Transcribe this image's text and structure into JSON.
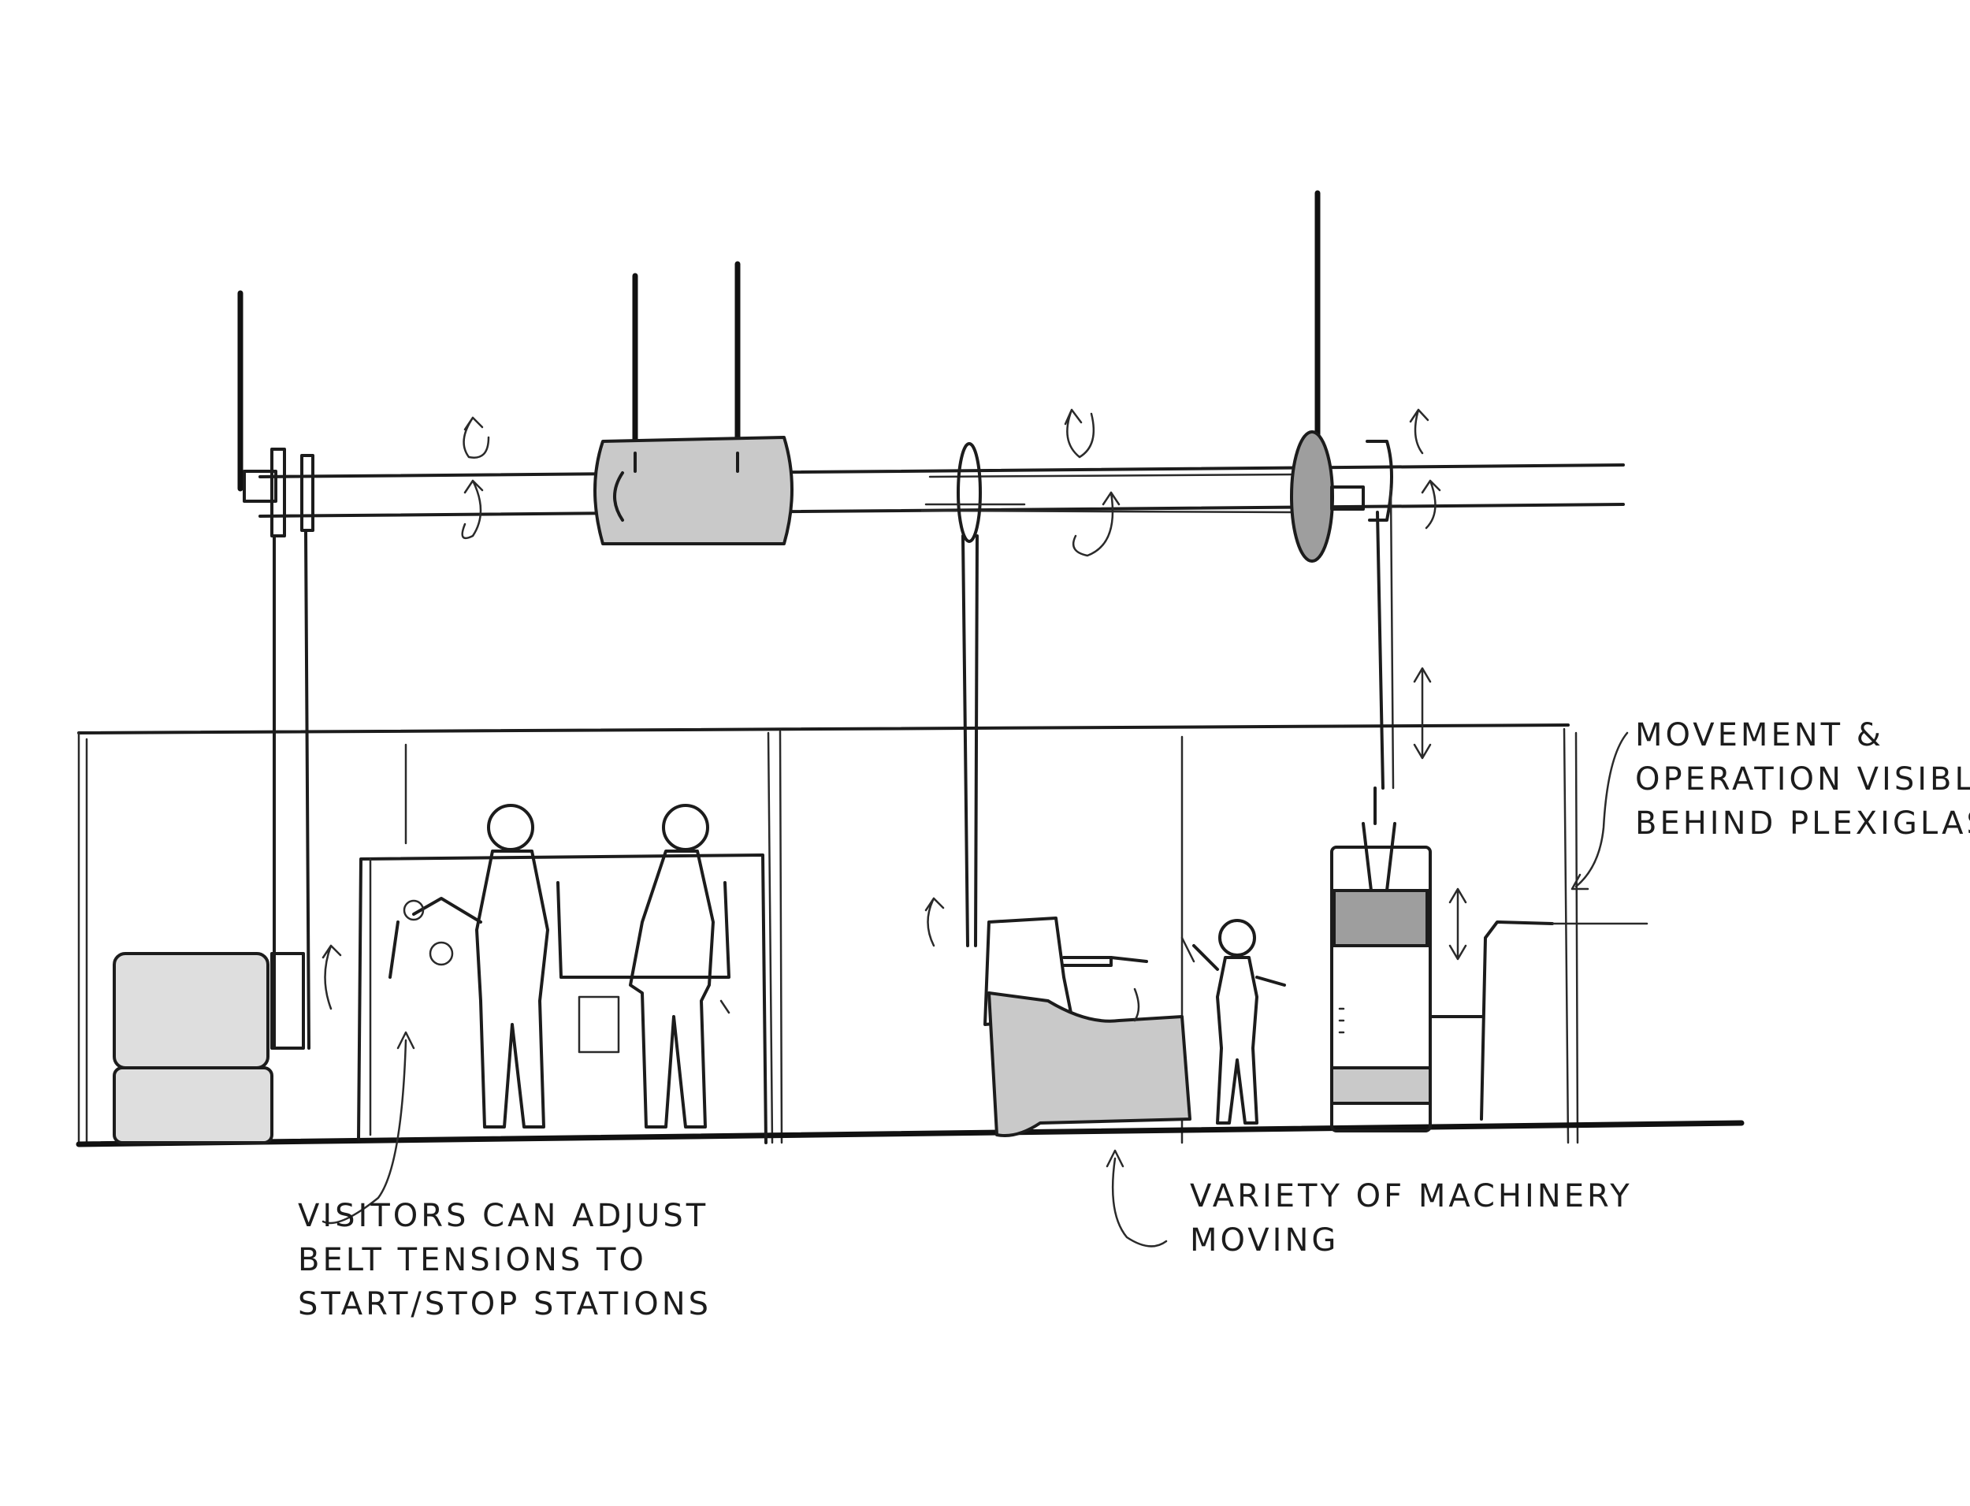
{
  "annotations": {
    "plexiglass": {
      "lines": [
        "MOVEMENT &",
        "OPERATION VISIBLE",
        "BEHIND PLEXIGLASS"
      ]
    },
    "belt_tension": {
      "lines": [
        "VISITORS CAN ADJUST",
        "BELT TENSIONS TO",
        "START/STOP STATIONS"
      ]
    },
    "machinery": {
      "lines": [
        "VARIETY OF MACHINERY",
        "MOVING"
      ]
    }
  },
  "colors": {
    "ink": "#1c1c1c",
    "marker_gray": "#c9c9c9",
    "paper": "#ffffff"
  },
  "icons": [
    "rotation-arrow-icon",
    "vertical-arrow-icon",
    "leader-arrow-icon"
  ]
}
